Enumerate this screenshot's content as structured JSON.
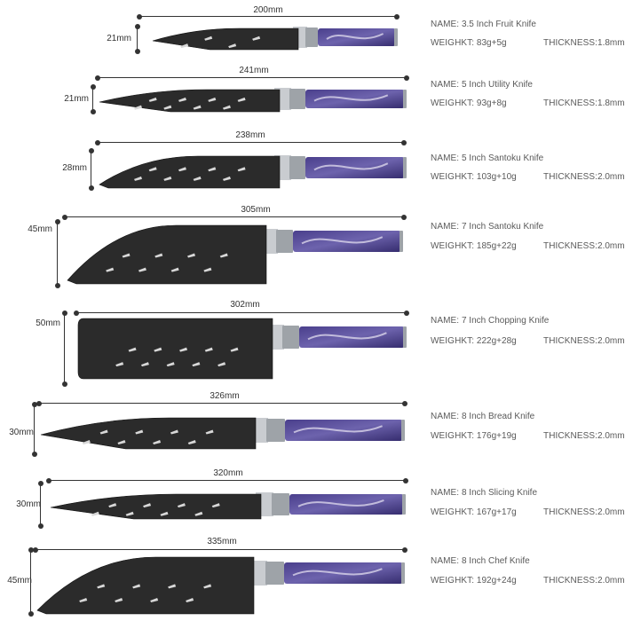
{
  "labels": {
    "name": "NAME:",
    "weight": "WEIGHKT:",
    "thickness": "THICKNESS:"
  },
  "colors": {
    "sheath": "#2b2b2b",
    "blade": "#c9ccd0",
    "bolster": "#9ea3a8",
    "handle": "#4a3f8c",
    "handle_swirl": "#d9d4ea",
    "text": "#555555"
  },
  "knives": [
    {
      "name": "3.5 Inch Fruit Knife",
      "length": "200mm",
      "width": "21mm",
      "weight": "83g+5g",
      "thickness": "1.8mm"
    },
    {
      "name": "5 Inch Utility Knife",
      "length": "241mm",
      "width": "21mm",
      "weight": "93g+8g",
      "thickness": "1.8mm"
    },
    {
      "name": "5 Inch Santoku Knife",
      "length": "238mm",
      "width": "28mm",
      "weight": "103g+10g",
      "thickness": "2.0mm"
    },
    {
      "name": "7 Inch Santoku Knife",
      "length": "305mm",
      "width": "45mm",
      "weight": "185g+22g",
      "thickness": "2.0mm"
    },
    {
      "name": "7 Inch Chopping Knife",
      "length": "302mm",
      "width": "50mm",
      "weight": "222g+28g",
      "thickness": "2.0mm"
    },
    {
      "name": "8 Inch Bread Knife",
      "length": "326mm",
      "width": "30mm",
      "weight": "176g+19g",
      "thickness": "2.0mm"
    },
    {
      "name": "8 Inch Slicing Knife",
      "length": "320mm",
      "width": "30mm",
      "weight": "167g+17g",
      "thickness": "2.0mm"
    },
    {
      "name": "8 Inch Chef Knife",
      "length": "335mm",
      "width": "45mm",
      "weight": "192g+24g",
      "thickness": "2.0mm"
    }
  ]
}
